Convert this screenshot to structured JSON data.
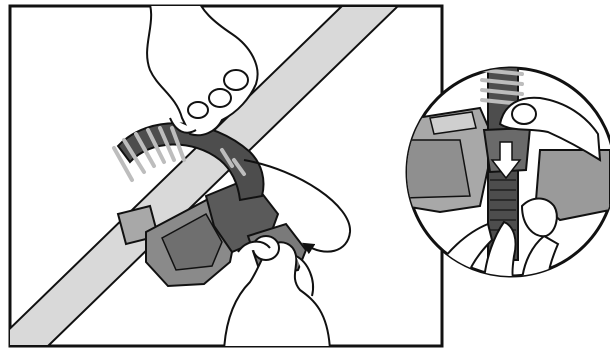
{
  "figure": {
    "panels": [
      {
        "role": "main-illustration",
        "shape": "square-frame"
      },
      {
        "role": "detail-inset",
        "shape": "circle"
      }
    ],
    "colors": {
      "outline": "#111111",
      "frame_fill": "#ffffff",
      "strap_dark": "#4d4d4d",
      "strap_light": "#b9b9b9",
      "bar_fill": "#d9d9d9",
      "buckle_mid": "#8a8a8a",
      "buckle_light": "#a8a8a8",
      "skin": "#ffffff"
    },
    "arrows": [
      {
        "name": "wrap-direction-arrow",
        "description_shape": "curved"
      },
      {
        "name": "insert-down-arrow",
        "description_shape": "straight"
      }
    ]
  }
}
